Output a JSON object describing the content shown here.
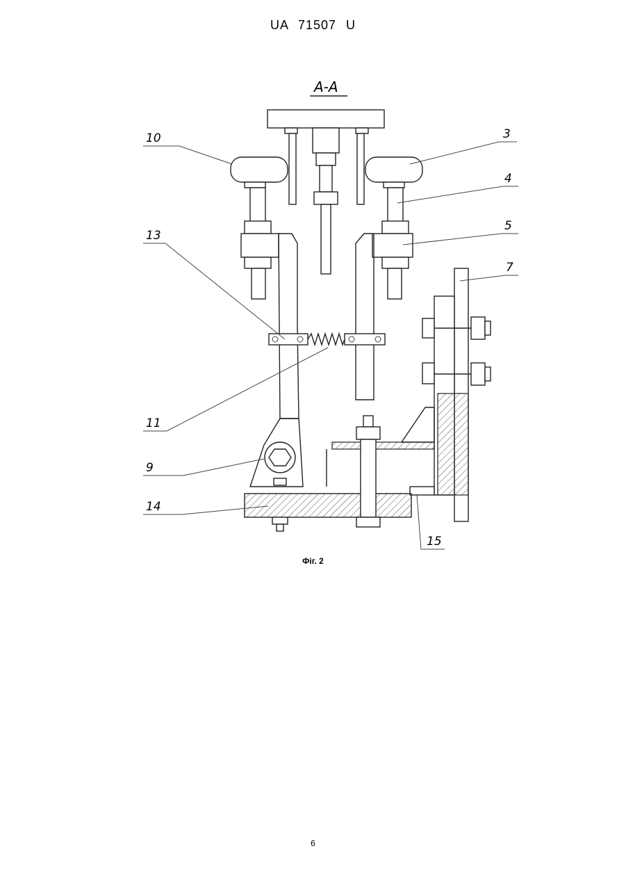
{
  "header": {
    "doc_id": "UA   71507   U"
  },
  "figure": {
    "section_label": "A-A",
    "caption": "Фіг. 2",
    "callouts": [
      "10",
      "3",
      "4",
      "5",
      "13",
      "7",
      "11",
      "9",
      "14",
      "15"
    ]
  },
  "footer": {
    "page_number": "6"
  }
}
